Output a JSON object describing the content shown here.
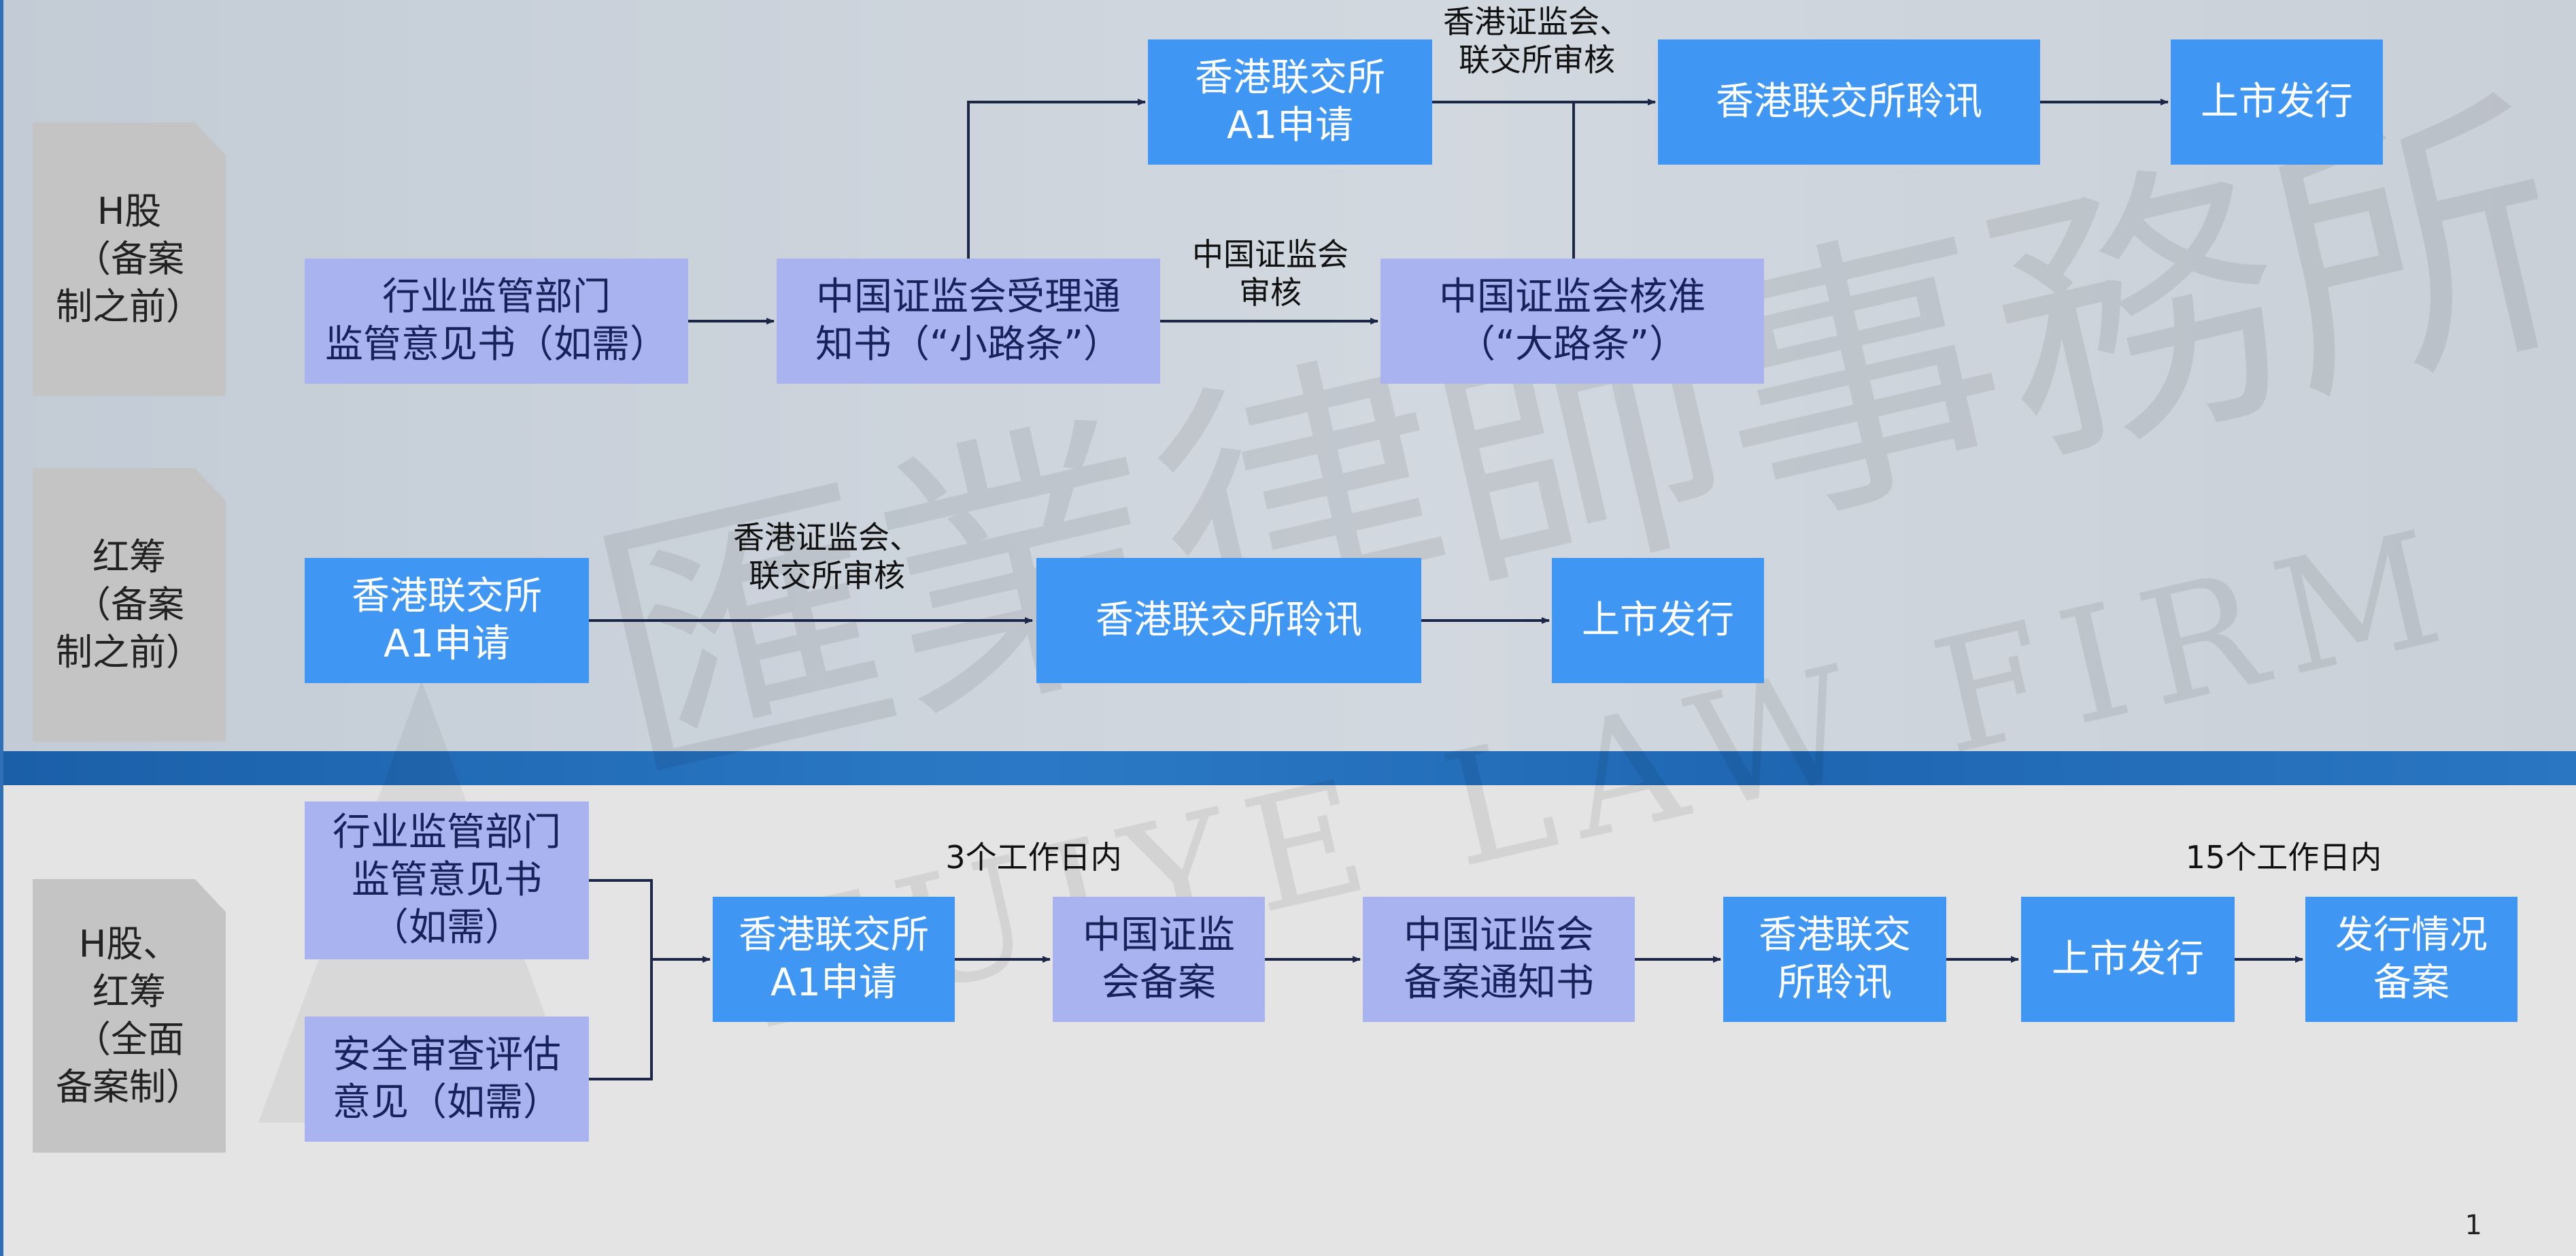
{
  "watermark": {
    "cn": "匯業律師事務所",
    "en": "HUIYE LAW FIRM"
  },
  "sections": {
    "hshare_before": {
      "tag": "H股\n（备案\n制之前）",
      "box_industry": "行业监管部门\n监管意见书（如需）",
      "box_acceptance": "中国证监会受理通\n知书（“小路条”）",
      "note_csrc_review": "中国证监会\n审核",
      "box_approval": "中国证监会核准\n（“大路条”）",
      "box_a1": "香港联交所\nA1申请",
      "note_hk_review": "香港证监会、\n联交所审核",
      "box_hearing": "香港联交所聆讯",
      "box_listing": "上市发行"
    },
    "redchip_before": {
      "tag": "红筹\n（备案\n制之前）",
      "box_a1": "香港联交所\nA1申请",
      "note_hk_review": "香港证监会、\n联交所审核",
      "box_hearing": "香港联交所聆讯",
      "box_listing": "上市发行"
    },
    "filing_system": {
      "tag": "H股、\n红筹\n（全面\n备案制）",
      "box_industry": "行业监管部门\n监管意见书\n（如需）",
      "box_security": "安全审查评估\n意见（如需）",
      "box_a1": "香港联交所\nA1申请",
      "note_days_3": "3个工作日内",
      "box_csrc_filing": "中国证监\n会备案",
      "box_filing_notice": "中国证监会\n备案通知书",
      "box_hearing": "香港联交\n所聆讯",
      "box_listing": "上市发行",
      "note_days_15": "15个工作日内",
      "box_issuance_filing": "发行情况\n备案"
    }
  },
  "page_number": "1",
  "colors": {
    "box_blue": "#3f97f3",
    "box_lavender": "#a9b3ef",
    "tag_gray": "#c4c4c4",
    "arrow": "#1c2748",
    "divider_blue": "#1f66b1"
  }
}
